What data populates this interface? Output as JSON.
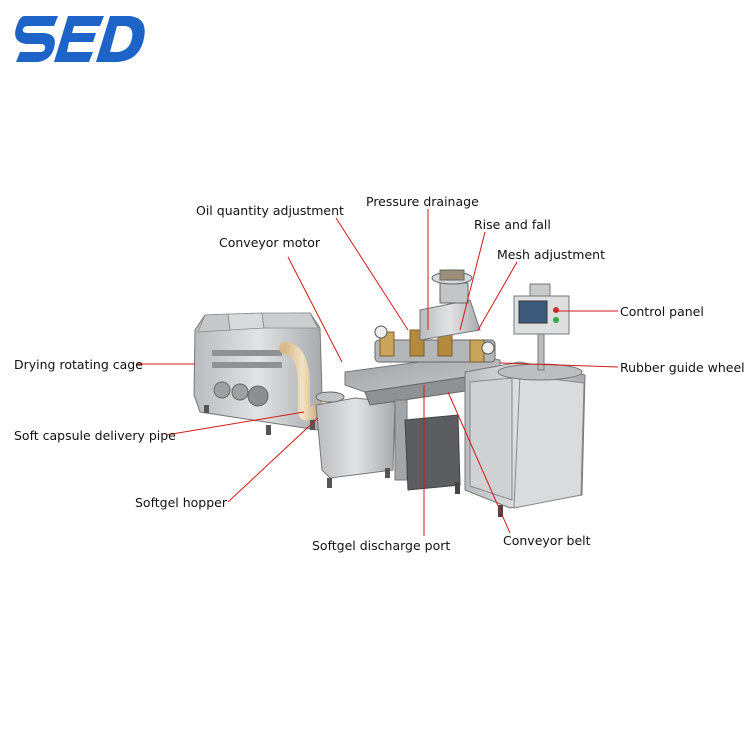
{
  "brand": {
    "logo_text": "SED",
    "color": "#1e64c8"
  },
  "diagram": {
    "leader_color": "#d11a1a",
    "labels": {
      "oil_quantity_adjustment": "Oil quantity adjustment",
      "pressure_drainage": "Pressure drainage",
      "rise_and_fall": "Rise and fall",
      "conveyor_motor": "Conveyor motor",
      "mesh_adjustment": "Mesh adjustment",
      "control_panel": "Control panel",
      "drying_rotating_cage": "Drying rotating cage",
      "rubber_guide_wheel": "Rubber guide wheel",
      "soft_capsule_delivery_pipe": "Soft capsule delivery pipe",
      "softgel_hopper": "Softgel hopper",
      "conveyor_belt": "Conveyor belt",
      "softgel_discharge_port": "Softgel discharge port"
    }
  }
}
